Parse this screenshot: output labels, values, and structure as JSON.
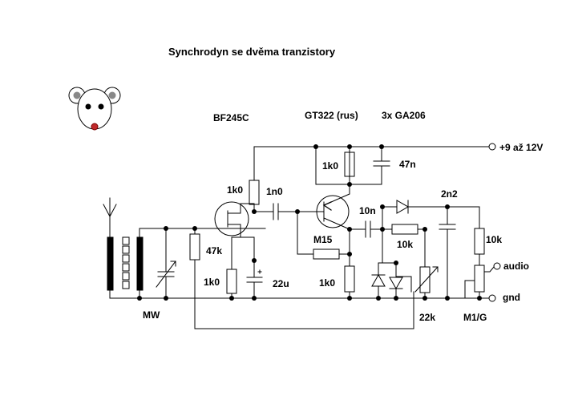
{
  "title": "Synchrodyn se dvěma tranzistory",
  "watermark": " ",
  "semiconductors": {
    "fet": "BF245C",
    "bjt": "GT322 (rus)",
    "diodes": "3x GA206"
  },
  "supply_label": "+9 až 12V",
  "audio_label": "audio",
  "gnd_label": "gnd",
  "band_label": "MW",
  "resistors": {
    "r_fet_drain": "1k0",
    "r_fet_gate": "47k",
    "r_fet_source": "1k0",
    "r_bjt_collector": "1k0",
    "r_bjt_base": "M15",
    "r_bjt_emitter": "1k0",
    "r_mixer": "10k",
    "r_audio": "10k",
    "pot_balance": "22k",
    "pot_volume": "M1/G"
  },
  "capacitors": {
    "c_coupling": "1n0",
    "c_source": "22u",
    "c_supply": "47n",
    "c_mixer": "10n",
    "c_filter": "2n2"
  },
  "colors": {
    "ink": "#000000",
    "background": "#ffffff",
    "mouse_nose": "#c0292b"
  }
}
